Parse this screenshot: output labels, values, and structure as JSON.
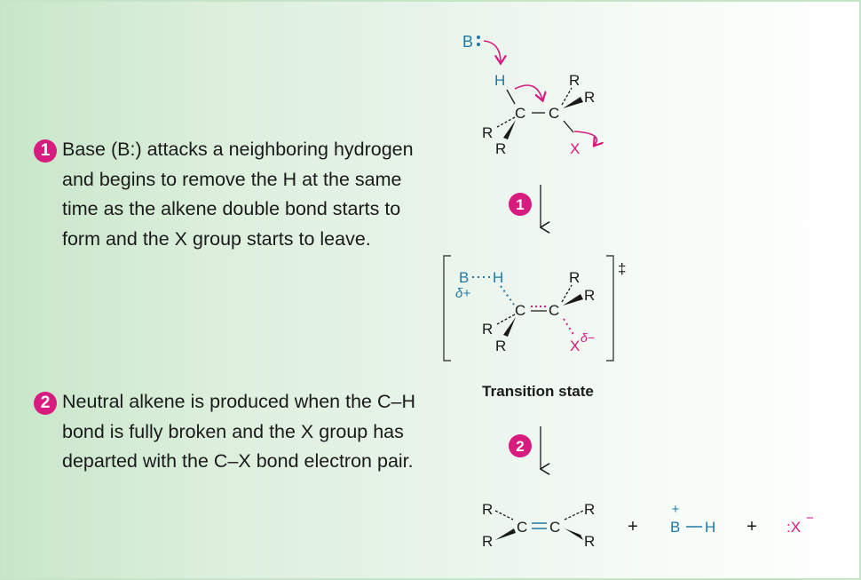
{
  "colors": {
    "pink": "#d81b7f",
    "blue": "#1e7aa8",
    "black": "#1a1a1a",
    "background_left": "#c8e6c9",
    "background_right": "#ffffff"
  },
  "steps": [
    {
      "number": "1",
      "text": "Base (B:) attacks a neighboring hydrogen and begins to remove the H at the same time as the alkene double bond starts to form and the X group starts to leave."
    },
    {
      "number": "2",
      "text": "Neutral alkene is produced when the C–H bond is fully broken and the X group has departed with the C–X bond electron pair."
    }
  ],
  "reactant": {
    "base": "B",
    "hydrogen": "H",
    "carbon_left": "C",
    "carbon_right": "C",
    "r_group": "R",
    "leaving_group": "X"
  },
  "arrows": {
    "step1_label": "1",
    "step2_label": "2"
  },
  "transition_state": {
    "label": "Transition state",
    "double_dagger": "‡",
    "base": "B",
    "hydrogen": "H",
    "delta_plus": "δ+",
    "delta_minus": "δ−",
    "leaving_group": "X",
    "carbon": "C",
    "r_group": "R"
  },
  "products": {
    "alkene_carbon": "C",
    "r_group": "R",
    "plus": "+",
    "protonated_base": "B",
    "protonated_base_h": "H",
    "charge_plus": "+",
    "halide": ":X",
    "charge_minus": "−"
  }
}
